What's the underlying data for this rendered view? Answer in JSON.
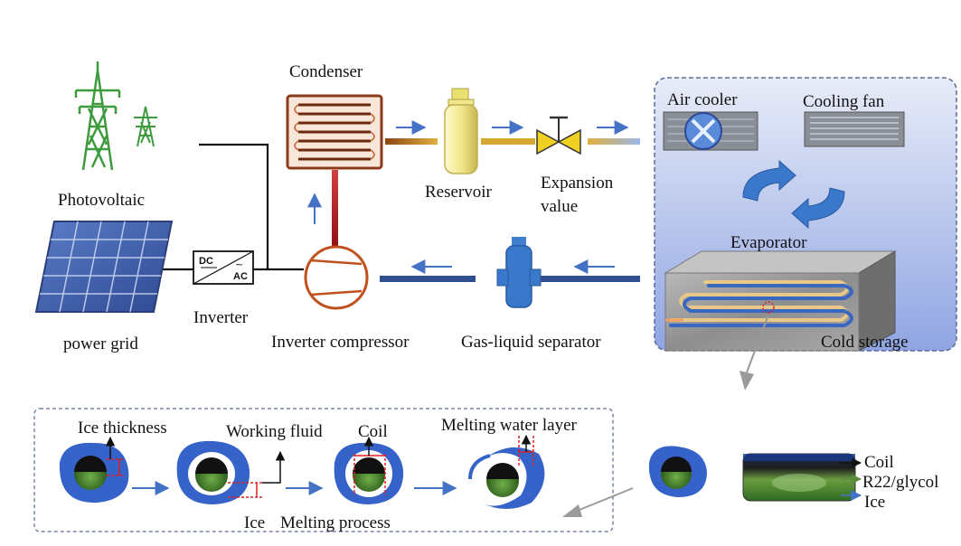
{
  "labels": {
    "condenser": "Condenser",
    "photovoltaic": "Photovoltaic",
    "power_grid": "power grid",
    "inverter": "Inverter",
    "inverter_compressor": "Inverter compressor",
    "gas_liquid_separator": "Gas-liquid separator",
    "reservoir": "Reservoir",
    "expansion_line1": "Expansion",
    "expansion_line2": "value",
    "air_cooler": "Air cooler",
    "cooling_fan": "Cooling fan",
    "evaporator": "Evaporator",
    "cold_storage": "Cold storage",
    "dc": "DC",
    "ac": "AC"
  },
  "process": {
    "ice_thickness": "Ice thickness",
    "working_fluid": "Working fluid",
    "coil": "Coil",
    "melting_water_layer": "Melting water layer",
    "ice": "Ice",
    "melting_process": "Melting process"
  },
  "legend": {
    "coil": "Coil",
    "r22_glycol": "R22/glycol",
    "ice": "Ice"
  },
  "colors": {
    "pipe_blue": "#2f4f8f",
    "arrow_blue": "#4472c4",
    "condenser_brown": "#8b3a1a",
    "compressor_orange": "#c0501e",
    "pv_green": "#3d9b3d",
    "panel_blue": "#3f5fa8",
    "ice_blue": "#3563c9",
    "coil_green": "#3f7f2a",
    "evap_box_bg": "#c9d3f0"
  }
}
